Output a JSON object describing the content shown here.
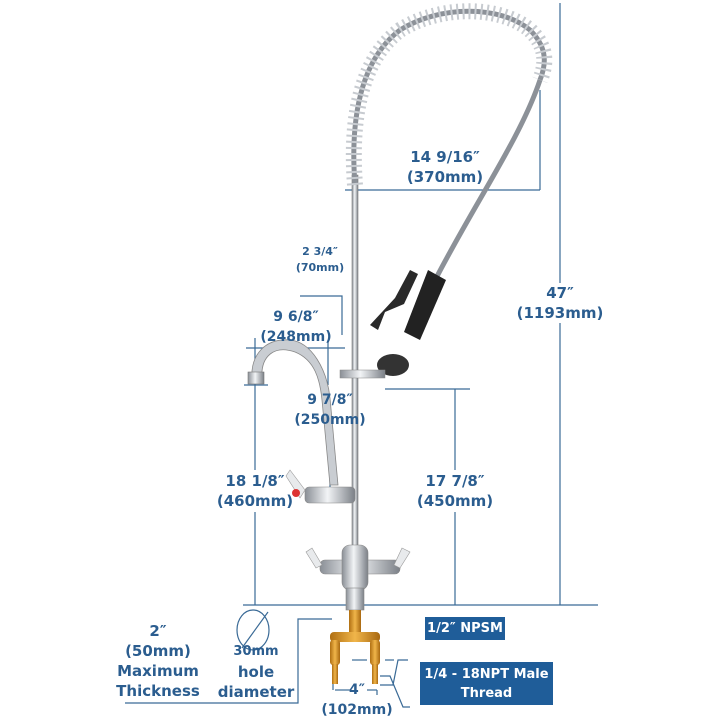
{
  "dimensions": {
    "hose_reach": {
      "inch": "14 9/16″",
      "mm": "(370mm)"
    },
    "clip_offset": {
      "inch": "2 3/4″",
      "mm": "(70mm)"
    },
    "spout_reach": {
      "inch": "9 6/8″",
      "mm": "(248mm)"
    },
    "spout_height": {
      "inch": "9 7/8″",
      "mm": "(250mm)"
    },
    "total_height": {
      "inch": "47″",
      "mm": "(1193mm)"
    },
    "spout_outlet_height": {
      "inch": "18 1/8″",
      "mm": "(460mm)"
    },
    "sprayer_height": {
      "inch": "17 7/8″",
      "mm": "(450mm)"
    },
    "inlet_spacing": {
      "inch": "4″",
      "mm": "(102mm)"
    }
  },
  "mounting": {
    "thickness": [
      "2″",
      "(50mm)",
      "Maximum",
      "Thickness"
    ],
    "hole": [
      "30mm",
      "hole",
      "diameter"
    ]
  },
  "callouts": {
    "npsm": "1/2″ NPSM",
    "thread_line1": "1/4 - 18NPT Male",
    "thread_line2": "Thread"
  },
  "colors": {
    "text": "#2b5d8f",
    "callout_bg": "#1f5d99",
    "brass": "#d99a2b"
  }
}
